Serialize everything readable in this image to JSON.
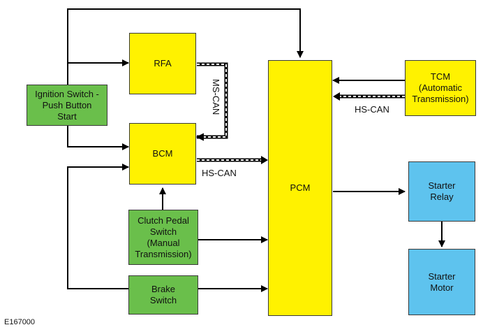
{
  "boxes": {
    "rfa": "RFA",
    "bcm": "BCM",
    "pcm": "PCM",
    "tcm": "TCM\n(Automatic\nTransmission)",
    "ignition": "Ignition Switch -\nPush Button\nStart",
    "clutch": "Clutch Pedal\nSwitch\n(Manual\nTransmission)",
    "brake": "Brake\nSwitch",
    "starter_relay": "Starter\nRelay",
    "starter_motor": "Starter\nMotor"
  },
  "labels": {
    "ms_can": "MS-CAN",
    "hs_can_bcm": "HS-CAN",
    "hs_can_tcm": "HS-CAN"
  },
  "figure_id": "E167000",
  "colors": {
    "module": "#fff200",
    "switch": "#6abf4b",
    "starter": "#5ec3ee"
  }
}
